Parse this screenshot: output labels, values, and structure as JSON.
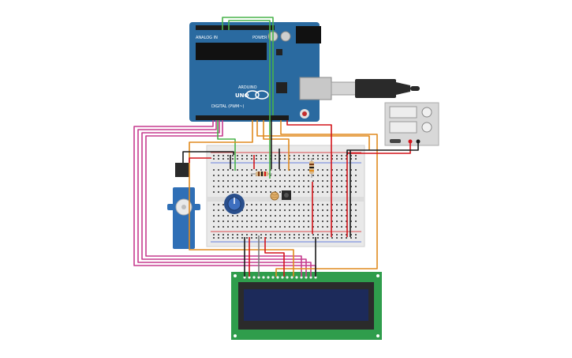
{
  "canvas": {
    "background": "#ffffff"
  },
  "components": {
    "arduino": {
      "label_brand": "ARDUINO",
      "label_model": "UNO",
      "label_digital": "DIGITAL (PWM~)",
      "label_power": "POWER",
      "label_analog": "ANALOG IN",
      "color_board": "#2a6aa0"
    },
    "lcd": {
      "color_pcb": "#2f9d4c",
      "color_screen": "#1c2a5a"
    },
    "servo": {
      "color_body": "#2f6fb6"
    },
    "breadboard": {
      "color": "#e9e9e9"
    },
    "power_supply": {
      "color": "#d8d8d8"
    },
    "potentiometer": {
      "color": "#2a4f8c"
    },
    "wire_colors": {
      "magenta": "#c63c8f",
      "orange": "#e08a1e",
      "green": "#48b34a",
      "red": "#d4151b",
      "black": "#1a1a1a",
      "gray": "#7a7a7a"
    }
  }
}
